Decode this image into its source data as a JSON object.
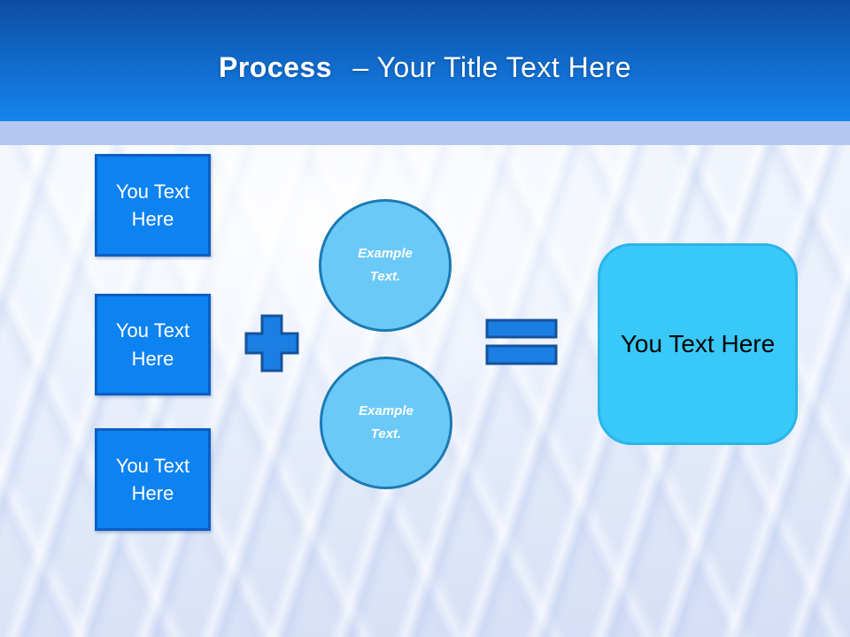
{
  "slide": {
    "header": {
      "title_bold": "Process",
      "title_regular": "– Your Title Text Here"
    },
    "left_boxes": [
      {
        "label": "You Text Here"
      },
      {
        "label": "You Text Here"
      },
      {
        "label": "You Text Here"
      }
    ],
    "operators": {
      "plus_icon": "plus-sign",
      "equals_icon": "equals-sign"
    },
    "circles": [
      {
        "label": "Example Text."
      },
      {
        "label": "Example Text."
      }
    ],
    "result_box": {
      "label": "You Text Here"
    },
    "colors": {
      "header_gradient_top": "#0d4da3",
      "header_gradient_bottom": "#1584ee",
      "divider_band": "#b4c7f2",
      "box_fill": "#0d82f1",
      "box_border": "#0b5ec2",
      "operator_fill": "#1b7ee3",
      "operator_border": "#14529b",
      "circle_fill": "#6bc9f8",
      "circle_border": "#1b7ab3",
      "result_fill": "#38c9f9",
      "result_border": "#2ab5e8",
      "title_text": "#ffffff",
      "result_text": "#000000"
    }
  }
}
